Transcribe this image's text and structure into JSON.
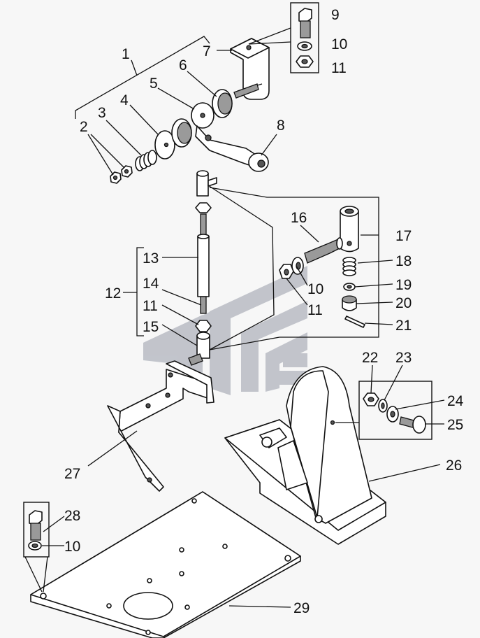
{
  "figure": {
    "callouts": [
      "1",
      "2",
      "3",
      "4",
      "5",
      "6",
      "7",
      "8",
      "9",
      "10",
      "11",
      "12",
      "13",
      "14",
      "15",
      "16",
      "17",
      "18",
      "19",
      "20",
      "21",
      "22",
      "23",
      "24",
      "25",
      "26",
      "27",
      "28",
      "29"
    ],
    "repeated_callouts": {
      "bracket_group_10": "10",
      "bracket_group_11": "11",
      "lower_group_10": "10"
    },
    "watermark": "manufacturer-logo-watermark"
  },
  "colors": {
    "line": "#111111",
    "watermark": "#b9bcc4",
    "background": "#f7f7f7"
  }
}
